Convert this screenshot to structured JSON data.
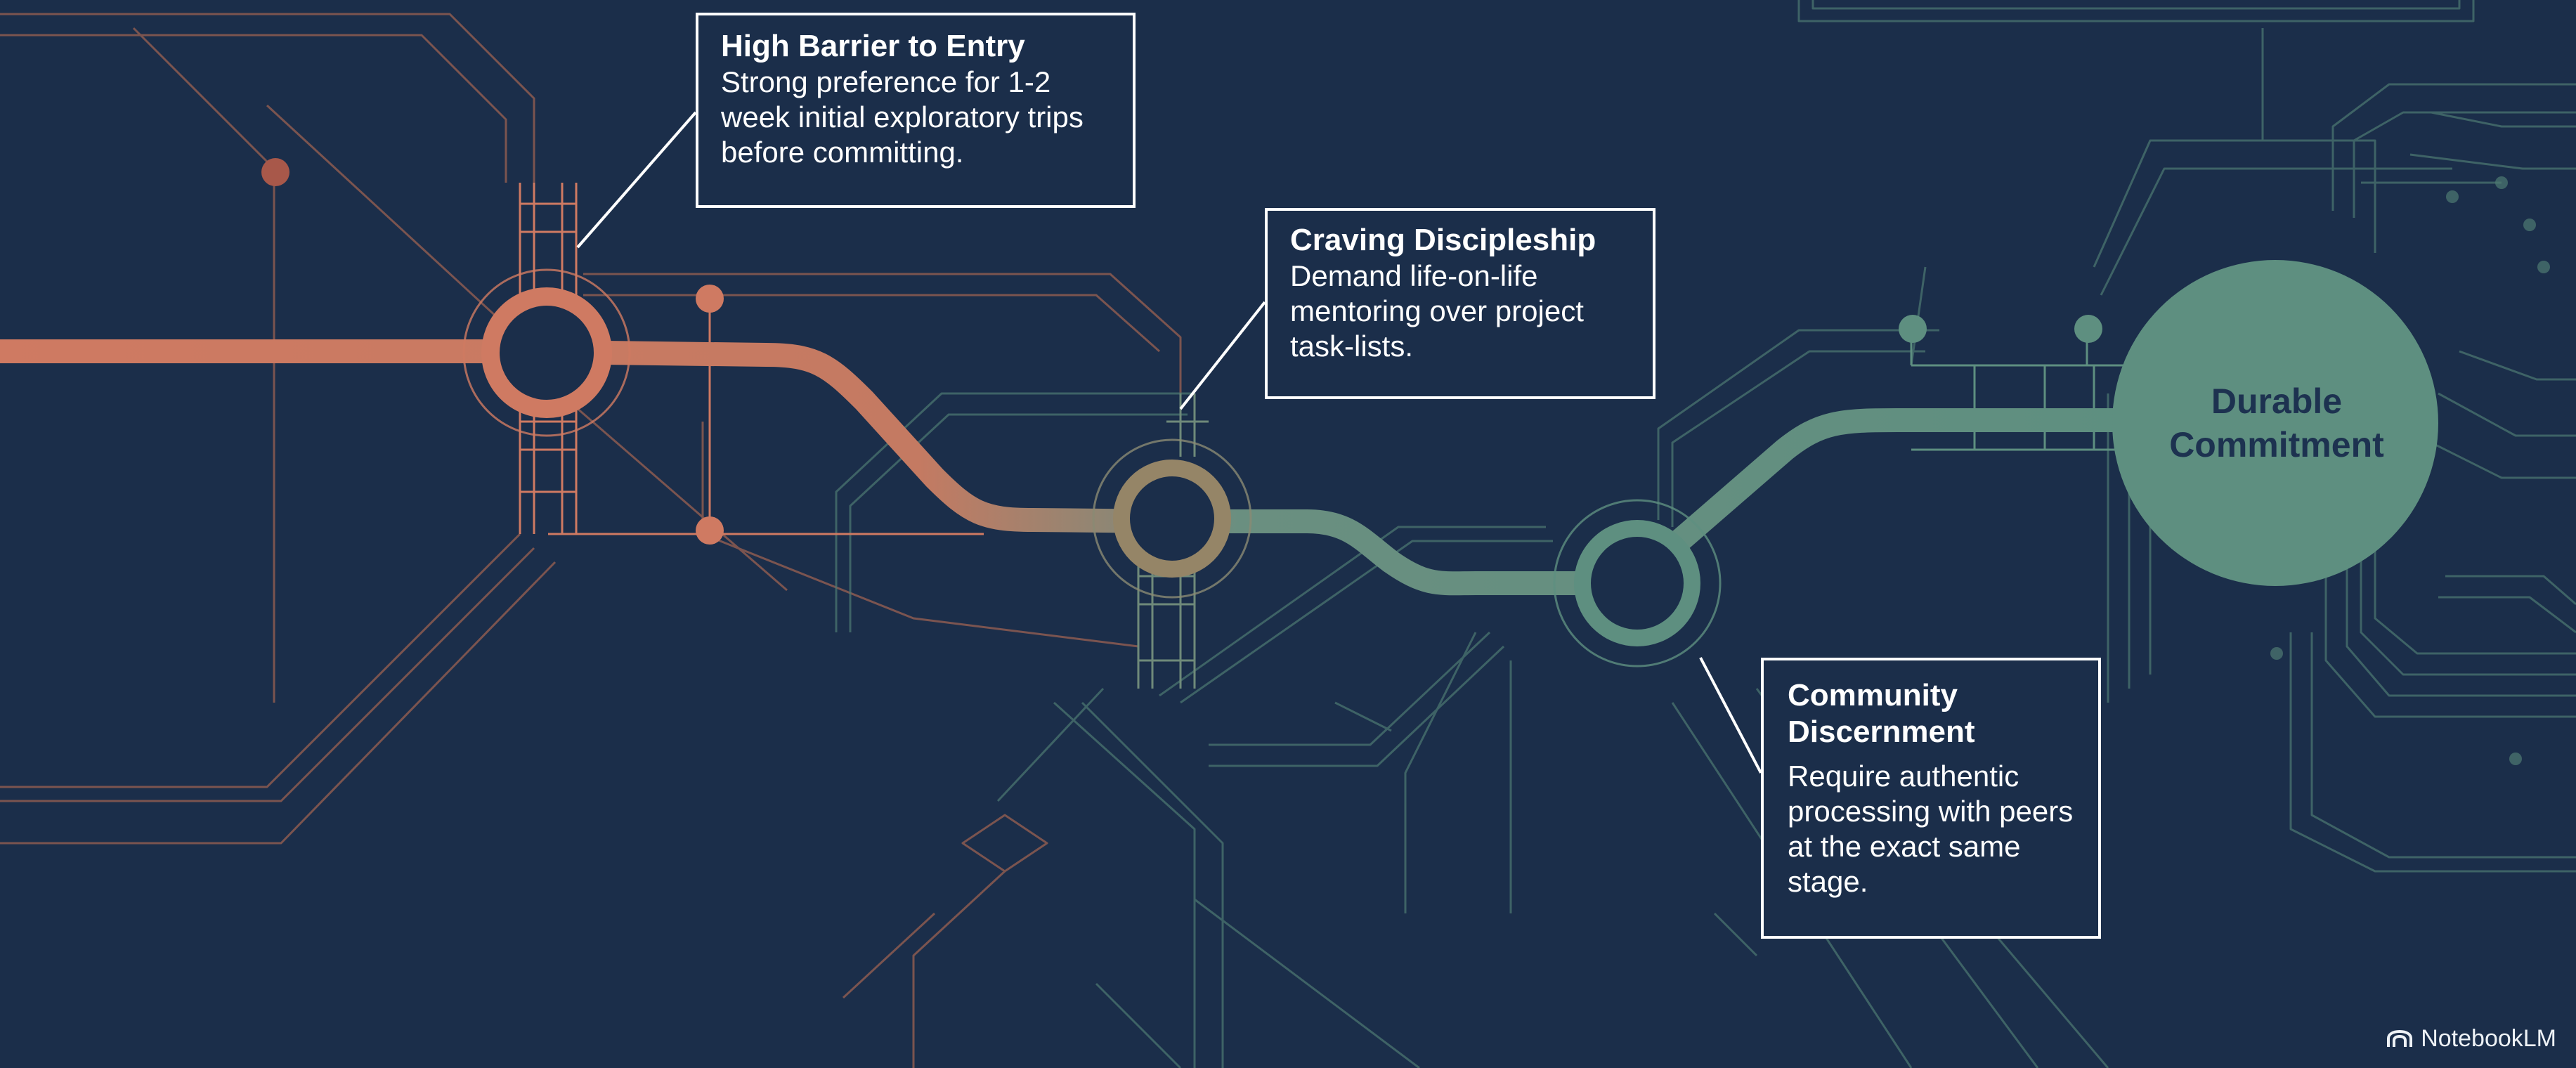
{
  "callouts": [
    {
      "title": "High Barrier to Entry",
      "body": "Strong preference for 1-2 week initial exploratory trips before committing."
    },
    {
      "title": "Craving Discipleship",
      "body": "Demand life-on-life mentoring over project task-lists."
    },
    {
      "title": "Community Discernment",
      "body": "Require authentic processing with peers at the exact same stage."
    }
  ],
  "goal": {
    "label": "Durable Commitment"
  },
  "watermark": {
    "text": "NotebookLM",
    "icon": "notebooklm-logo-icon"
  },
  "colors": {
    "background": "#1b2e4a",
    "start_line": "#cf7a62",
    "end_line": "#5e8f80",
    "goal_fill": "#5e8f80",
    "callout_border": "#ffffff"
  }
}
